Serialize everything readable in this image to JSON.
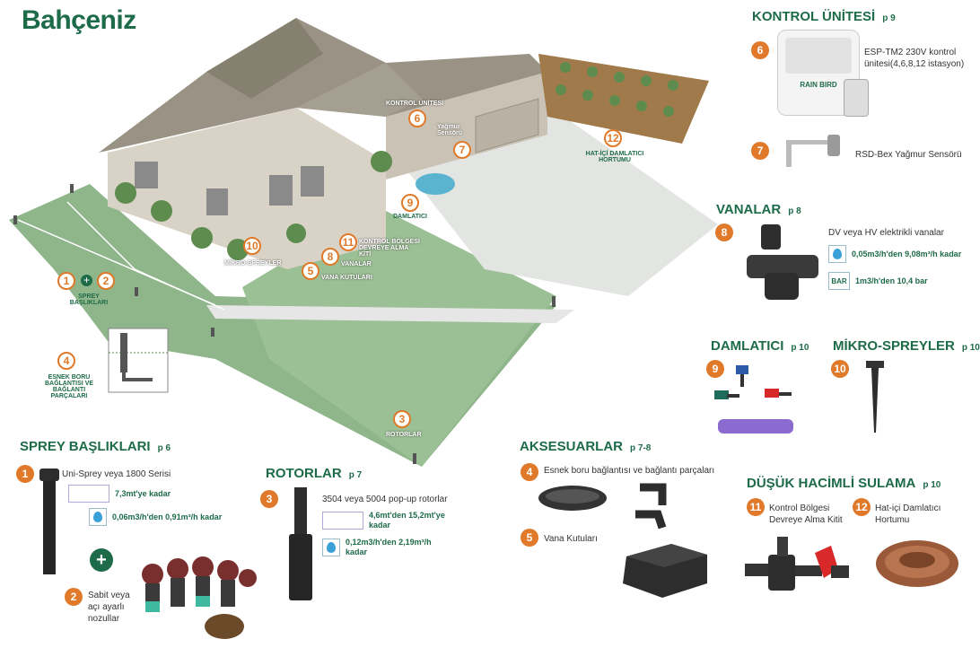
{
  "page_title": "Bahçeniz",
  "map_labels": {
    "kontrol_unitesi": "KONTROL ÜNİTESİ",
    "yagmur_sensoru": "Yağmur Sensörü",
    "hat_ici_damlatici": "HAT-İÇİ DAMLATICI HORTUMU",
    "damlatici": "DAMLATICI",
    "kontrol_bolgesi": "KONTROL BÖLGESİ DEVREYE ALMA KİTİ",
    "vanalar": "VANALAR",
    "vana_kutulari": "VANA KUTULARI",
    "mikro_spreyler": "MİKRO-SPREYLER",
    "sprey_basliklari": "SPREY BAŞLIKLARI",
    "esnek_boru": "ESNEK BORU BAĞLANTISI VE BAĞLANTI PARÇALARI",
    "rotorlar": "ROTORLAR"
  },
  "sections": {
    "kontrol": {
      "title": "KONTROL ÜNİTESİ",
      "page": "p 9",
      "item6": "ESP-TM2 230V kontrol ünitesi(4,6,8,12 istasyon)",
      "item7": "RSD-Bex Yağmur Sensörü",
      "brand": "RAIN BIRD"
    },
    "vanalar": {
      "title": "VANALAR",
      "page": "p 8",
      "item8": "DV veya HV elektrikli vanalar",
      "flow": "0,05m3/h'den 9,08m³/h kadar",
      "bar_icon": "BAR",
      "pressure": "1m3/h'den 10,4 bar"
    },
    "damlatici": {
      "title": "DAMLATICI",
      "page": "p 10"
    },
    "mikro": {
      "title": "MİKRO-SPREYLER",
      "page": "p 10"
    },
    "sprey": {
      "title": "SPREY BAŞLIKLARI",
      "page": "p 6",
      "item1": "Uni-Sprey veya 1800 Serisi",
      "range": "7,3mt'ye kadar",
      "flow": "0,06m3/h'den 0,91m³/h kadar",
      "item2": "Sabit veya açı ayarlı nozullar"
    },
    "rotorlar": {
      "title": "ROTORLAR",
      "page": "p 7",
      "item3": "3504 veya 5004 pop-up rotorlar",
      "range": "4,6mt'den 15,2mt'ye kadar",
      "flow": "0,12m3/h'den 2,19m³/h kadar"
    },
    "aksesuarlar": {
      "title": "AKSESUARLAR",
      "page": "p 7-8",
      "item4": "Esnek boru bağlantısı ve bağlantı parçaları",
      "item5": "Vana Kutuları"
    },
    "dusuk": {
      "title": "DÜŞÜK HACİMLİ SULAMA",
      "page": "p 10",
      "item11": "Kontrol Bölgesi Devreye Alma Kitit",
      "item12": "Hat-içi Damlatıcı Hortumu"
    }
  },
  "badges": [
    "1",
    "2",
    "3",
    "4",
    "5",
    "6",
    "7",
    "8",
    "9",
    "10",
    "11",
    "12"
  ],
  "icons": [
    "water-drop-icon",
    "bar-pressure-icon",
    "range-icon",
    "plus-icon"
  ],
  "colors": {
    "brand_green": "#1e6b4a",
    "badge_orange": "#e07a2a",
    "lawn": "#8fb58a",
    "house": "#d9d3c7"
  }
}
